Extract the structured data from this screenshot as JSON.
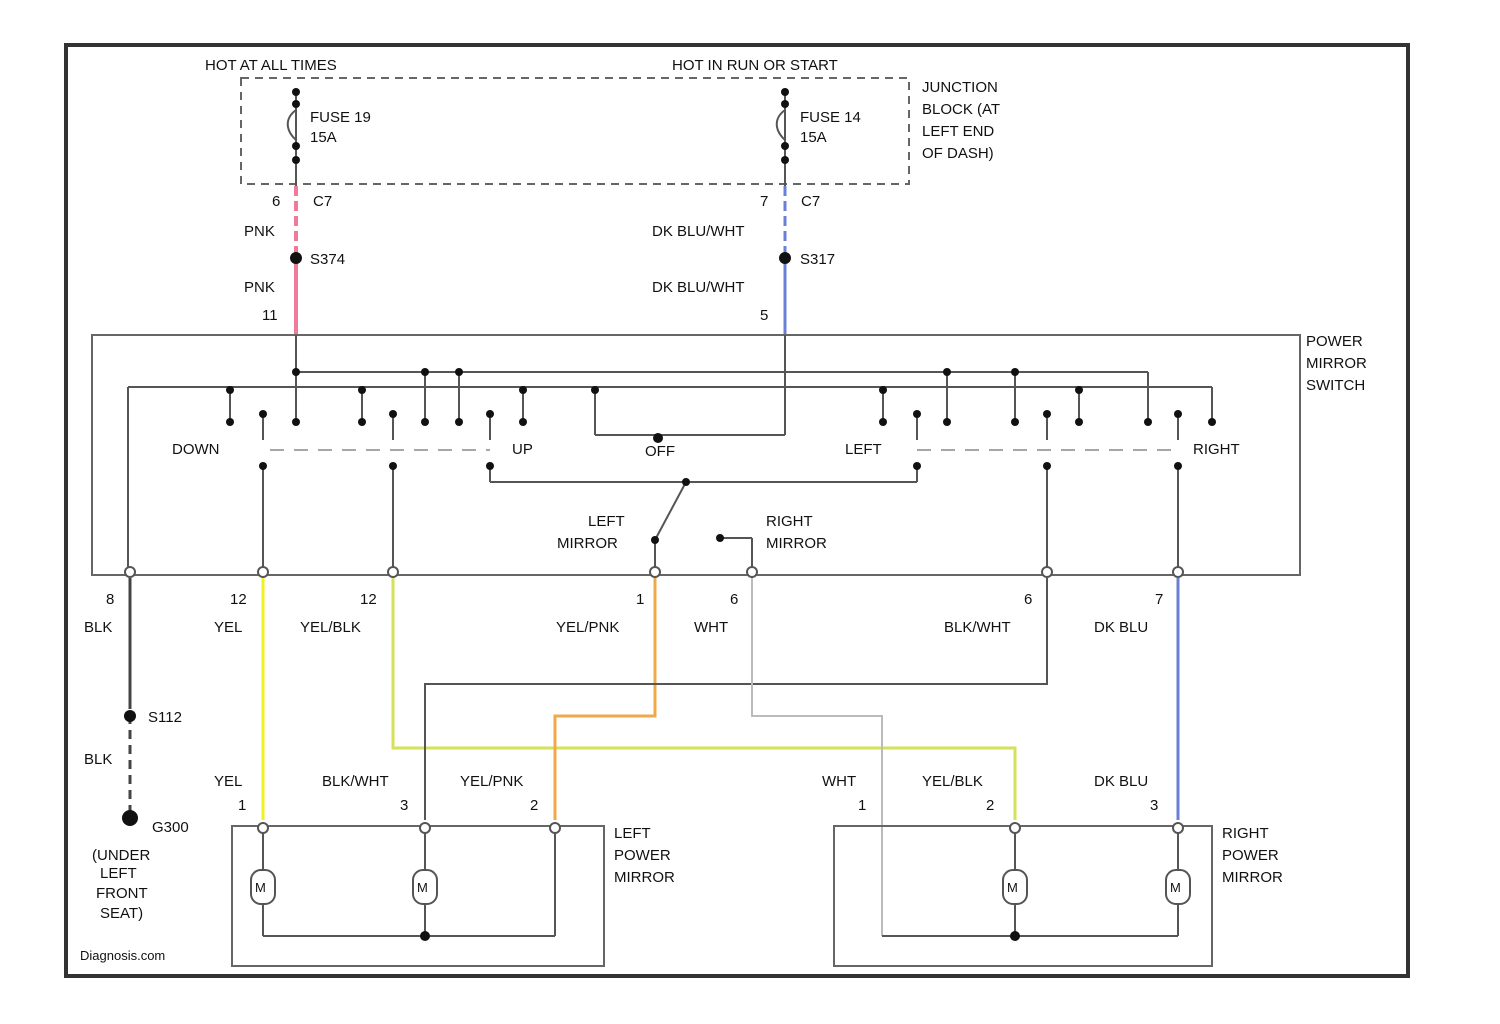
{
  "colors": {
    "PNK": "#f07a9a",
    "DKBLU": "#6a7fd6",
    "YEL": "#f3f020",
    "YELBLK": "#d6e15a",
    "YELPNK": "#f0a94a",
    "BLKWHT": "#555555",
    "WHT": "#bbbbbb",
    "BLK": "#444444"
  },
  "header": {
    "hot_at_all_times": "HOT AT ALL TIMES",
    "hot_in_run_or_start": "HOT IN RUN OR START"
  },
  "junction_block": {
    "fuse_left_name": "FUSE 19",
    "fuse_left_rating": "15A",
    "fuse_right_name": "FUSE 14",
    "fuse_right_rating": "15A",
    "label_lines": [
      "JUNCTION",
      "BLOCK (AT",
      "LEFT END",
      "OF DASH)"
    ]
  },
  "pins_top": {
    "left_pin": "6",
    "left_conn": "C7",
    "right_pin": "7",
    "right_conn": "C7",
    "left_switch_pin": "11",
    "right_switch_pin": "5"
  },
  "wires_top": {
    "left_wire_1": "PNK",
    "left_wire_2": "PNK",
    "left_splice": "S374",
    "right_wire_1": "DK BLU/WHT",
    "right_wire_2": "DK BLU/WHT",
    "right_splice": "S317"
  },
  "switch": {
    "label_lines": [
      "POWER",
      "MIRROR",
      "SWITCH"
    ],
    "down": "DOWN",
    "up": "UP",
    "left": "LEFT",
    "right": "RIGHT",
    "center": "OFF",
    "left_mirror_lines": [
      "LEFT",
      "MIRROR"
    ],
    "right_mirror_lines": [
      "RIGHT",
      "MIRROR"
    ],
    "bottom_pins": [
      "8",
      "12",
      "12",
      "1",
      "6",
      "6",
      "7"
    ]
  },
  "wire_labels": {
    "blk": "BLK",
    "yel": "YEL",
    "yel_blk": "YEL/BLK",
    "yel_pnk": "YEL/PNK",
    "wht": "WHT",
    "blk_wht": "BLK/WHT",
    "dk_blu": "DK BLU"
  },
  "ground": {
    "splice": "S112",
    "wire": "BLK",
    "ground_id": "G300",
    "location_lines": [
      "(UNDER",
      "LEFT",
      "FRONT",
      "SEAT)"
    ]
  },
  "left_mirror": {
    "wires": [
      "YEL",
      "BLK/WHT",
      "YEL/PNK"
    ],
    "pins": [
      "1",
      "3",
      "2"
    ],
    "label_lines": [
      "LEFT",
      "POWER",
      "MIRROR"
    ],
    "motor": "M"
  },
  "right_mirror": {
    "wires": [
      "WHT",
      "YEL/BLK",
      "DK BLU"
    ],
    "pins": [
      "1",
      "2",
      "3"
    ],
    "label_lines": [
      "RIGHT",
      "POWER",
      "MIRROR"
    ],
    "motor": "M"
  },
  "watermark": "Diagnosis.com"
}
